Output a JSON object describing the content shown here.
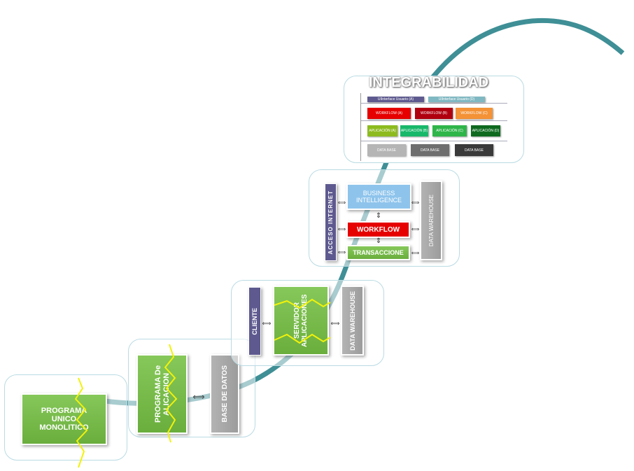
{
  "colors": {
    "curve": "#3f8f96",
    "green": "#76b84a",
    "gray": "#a6a6a6",
    "purple": "#5e5a8f",
    "red": "#e60000",
    "light_blue": "#8ec4ec",
    "lightning": "#f2f20a"
  },
  "stage1": {
    "program": "PROGRAMA UNICO MONOLITICO"
  },
  "stage2": {
    "program": "PROGRAMA De ALICACION",
    "database": "BASE DE DATOS"
  },
  "stage3": {
    "client": "CLIENTE",
    "server": "SERVIDOR APLICACIONES",
    "warehouse": "DATA WAREHOUSE"
  },
  "stage4": {
    "access": "ACCESO INTERNET",
    "bi": "BUSINESS INTELLIGENCE",
    "workflow": "WORKFLOW",
    "transactions": "TRANSACCIONE",
    "warehouse": "DATA WAREHOUSE"
  },
  "stage5": {
    "title": "INTEGRABILIDAD",
    "ui": [
      "UIInterface Usuario (A)",
      "UIInterface Usuario (D)"
    ],
    "workflows": [
      "WORKFLOW (A)",
      "WORKFLOW (B)",
      "WORKFLOW (C)"
    ],
    "apps": [
      "APLICACIÓN (A)",
      "APLICACIÓN (B)",
      "APLICACIÓN (C)",
      "APLICACIÓN (D)"
    ],
    "databases": [
      "DATA BASE",
      "DATA BASE",
      "DATA BASE"
    ]
  }
}
